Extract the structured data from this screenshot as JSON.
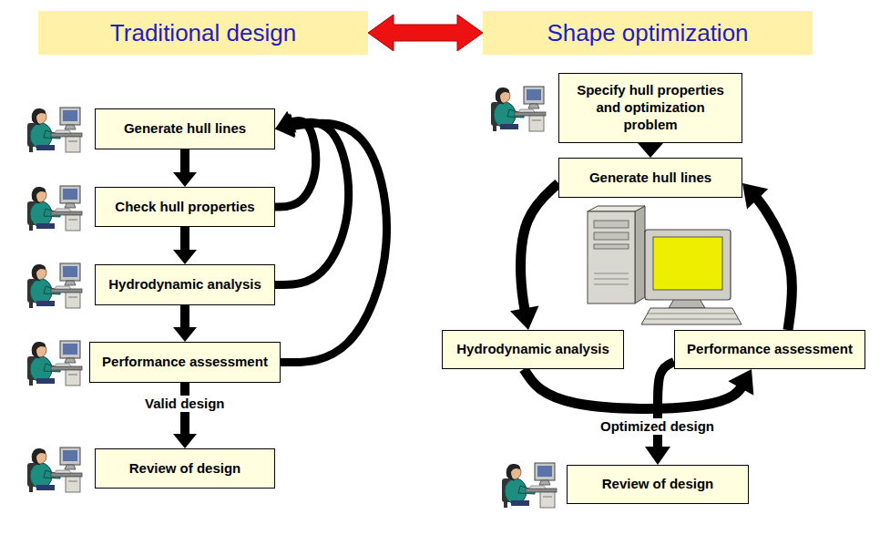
{
  "diagram": {
    "nodes": [
      {
        "text": [
          "Traditional design"
        ]
      },
      {
        "text": [
          "Shape optimization"
        ]
      },
      {
        "text": [
          "Generate hull lines"
        ]
      },
      {
        "text": [
          "Check hull properties"
        ]
      },
      {
        "text": [
          "Hydrodynamic analysis"
        ]
      },
      {
        "text": [
          "Performance assessment"
        ]
      },
      {
        "text": [
          "Review of design"
        ]
      },
      {
        "text": [
          "Specify hull properties and optimization problem"
        ]
      },
      {
        "text": [
          "Generate hull lines"
        ]
      },
      {
        "text": [
          "Hydrodynamic analysis"
        ]
      },
      {
        "text": [
          "Performance assessment"
        ]
      },
      {
        "text": [
          "Review of design"
        ]
      }
    ],
    "edges": [
      {
        "from": 0,
        "to": 1,
        "arrow": "both"
      },
      {
        "from": 2,
        "to": 3,
        "arrow": "to"
      },
      {
        "from": 3,
        "to": 4,
        "arrow": "to"
      },
      {
        "from": 4,
        "to": 5,
        "arrow": "to"
      },
      {
        "from": 5,
        "to": 6,
        "label": "Valid design",
        "arrow": "to"
      },
      {
        "from": 3,
        "to": 2,
        "arrow": "to"
      },
      {
        "from": 4,
        "to": 2,
        "arrow": "to"
      },
      {
        "from": 5,
        "to": 2,
        "arrow": "to"
      },
      {
        "from": 7,
        "to": 8,
        "arrow": "to"
      },
      {
        "from": 8,
        "to": 9,
        "arrow": "to"
      },
      {
        "from": 9,
        "to": 10,
        "arrow": "to"
      },
      {
        "from": 10,
        "to": 8,
        "arrow": "to"
      },
      {
        "from": 10,
        "to": 11,
        "label": "Optimized design",
        "arrow": "to"
      }
    ]
  }
}
